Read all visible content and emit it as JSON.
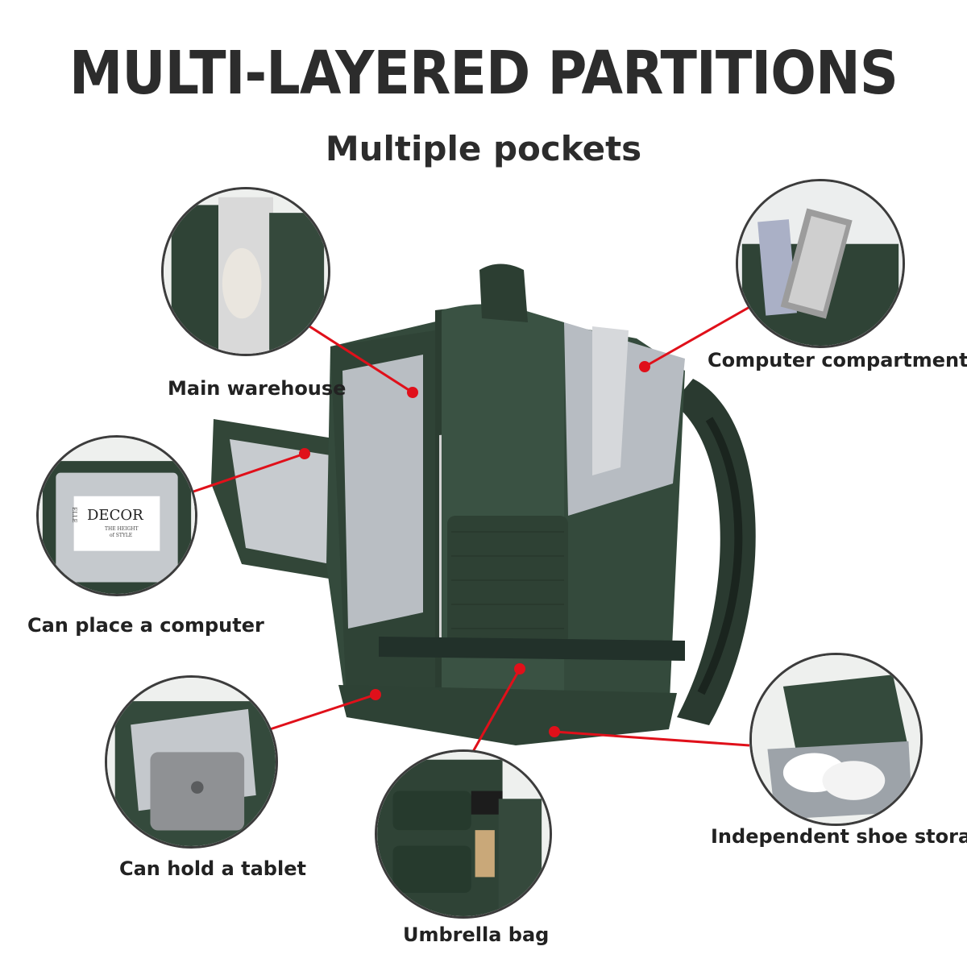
{
  "header": {
    "title": "MULTI-LAYERED PARTITIONS",
    "subtitle": "Multiple pockets"
  },
  "labels": {
    "main_warehouse": "Main warehouse",
    "computer_compartment": "Computer compartment",
    "can_place_computer": "Can place a computer",
    "can_hold_tablet": "Can hold a tablet",
    "umbrella_bag": "Umbrella bag",
    "shoe_storage": "Independent shoe storage"
  },
  "magazine": {
    "brand": "DECOR",
    "side_text": "ELLE",
    "tagline_1": "THE HEIGHT",
    "tagline_2": "of STYLE"
  },
  "colors": {
    "bag_green": "#344a3c",
    "bag_dark": "#1f2e25",
    "lining_gray": "#c9ccd0",
    "pointer_red": "#e0101a"
  }
}
